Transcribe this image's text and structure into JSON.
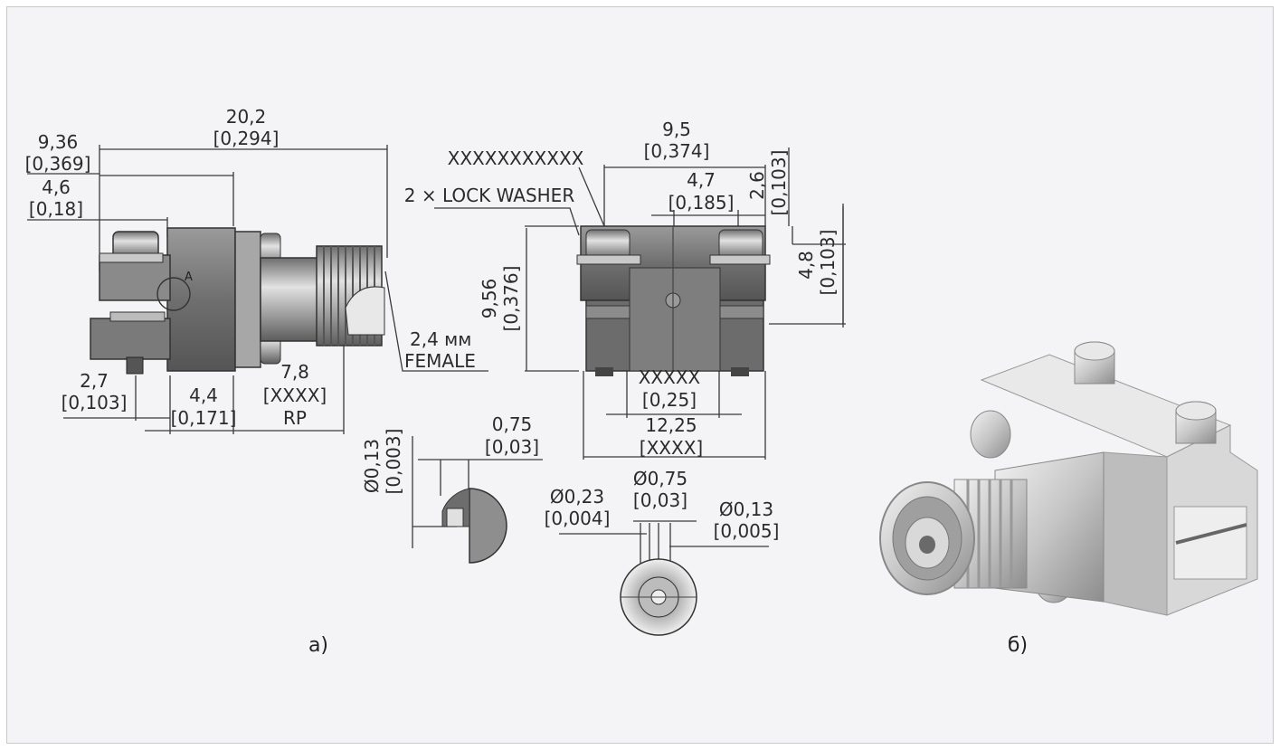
{
  "figure": {
    "part_a_label": "а)",
    "part_b_label": "б)",
    "side_view": {
      "overall_length": "20,2",
      "overall_length_in": "[0,294]",
      "screw_offset": "9,36",
      "screw_offset_in": "[0,369]",
      "screw_head": "4,6",
      "screw_head_in": "[0,18]",
      "bottom_offset": "2,7",
      "bottom_offset_in": "[0,103]",
      "flange": "4,4",
      "flange_in": "[0,171]",
      "connector_length": "7,8",
      "connector_length_in": "[XXXX]",
      "connector_suffix": "RP",
      "connector_type": "2,4 мм",
      "connector_gender": "FEMALE",
      "detail_marker": "A"
    },
    "front_view": {
      "part_number": "XXXXXXXXXXX",
      "washer_note": "2 × LOCK WASHER",
      "top_width": "9,5",
      "top_width_in": "[0,374]",
      "center": "4,7",
      "center_in": "[0,185]",
      "right_offset": "2,6",
      "right_offset_in": "[0,103]",
      "pin_height": "4,8",
      "pin_height_in": "[0,103]",
      "height": "9,56",
      "height_in": "[0,376]",
      "bottom_gap": "XXXXX",
      "bottom_gap_in": "[0,25]",
      "base_width": "12,25",
      "base_width_in": "[XXXX]"
    },
    "detail_a": {
      "pin_dia": "Ø0,13",
      "pin_dia_in": "[0,003]",
      "pin_len": "0,75",
      "pin_len_in": "[0,03]"
    },
    "pin_face": {
      "inner_dia": "Ø0,23",
      "inner_dia_in": "[0,004]",
      "outer_dia": "Ø0,75",
      "outer_dia_in": "[0,03]",
      "tip_dia": "Ø0,13",
      "tip_dia_in": "[0,005]"
    }
  }
}
